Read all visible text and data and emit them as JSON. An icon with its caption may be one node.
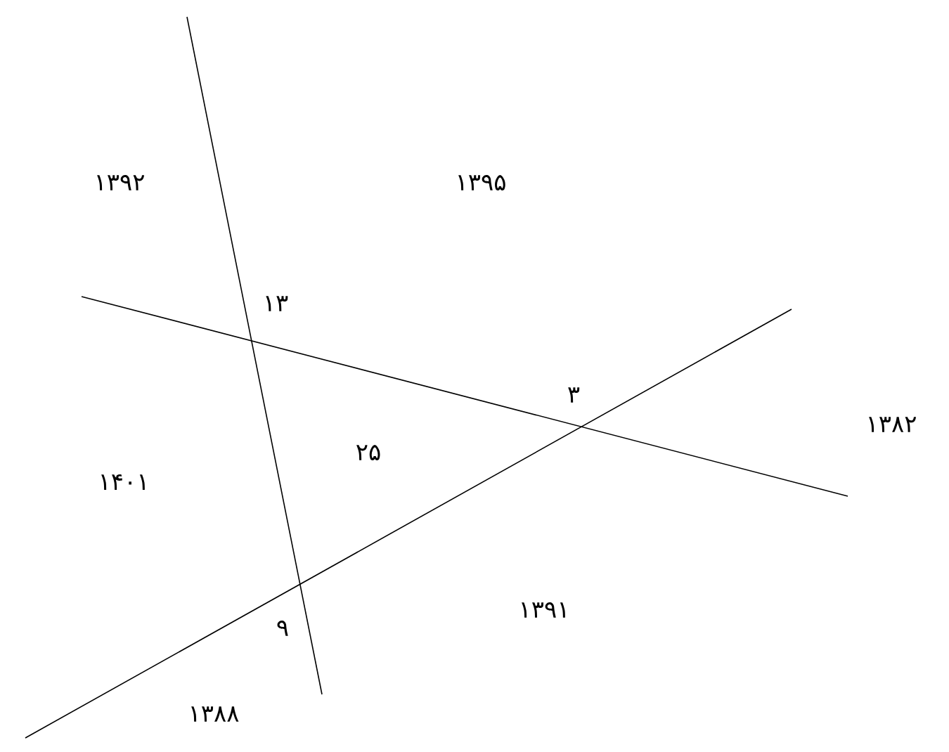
{
  "diagram": {
    "labels": [
      "۱۳۹۲",
      "۱۳۹۵",
      "۱۳",
      "۳",
      "۱۳۸۲",
      "۱۴۰۱",
      "۲۵",
      "۱۳۹۱",
      "۹",
      "۱۳۸۸"
    ]
  }
}
